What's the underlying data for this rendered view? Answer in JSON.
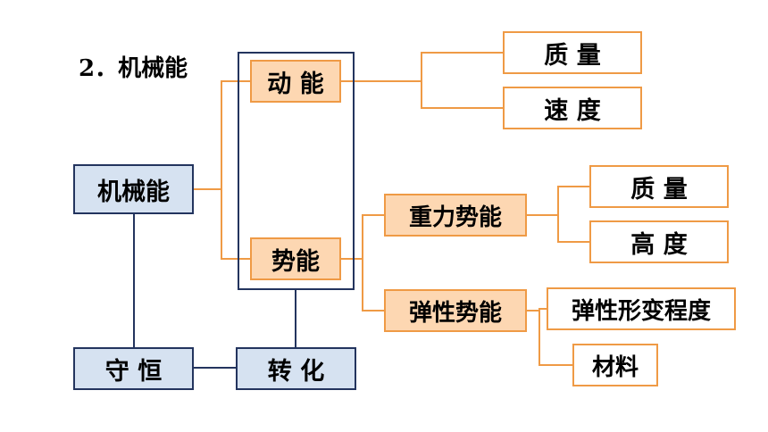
{
  "title": "2．机械能",
  "nodes": {
    "jixieneng": "机械能",
    "shouheng": "守 恒",
    "zhuanhua": "转 化",
    "dongneng": "动 能",
    "shineng": "势能",
    "zhongli": "重力势能",
    "tanxing": "弹性势能",
    "dn_zhiliang": "质 量",
    "dn_sudu": "速 度",
    "zl_zhiliang": "质 量",
    "zl_gaodu": "高 度",
    "tx_chengdu": "弹性形变程度",
    "tx_cailiao": "材料"
  },
  "colors": {
    "navy": "#23345e",
    "orange": "#ef9a45",
    "blue_fill": "#d6e2f1",
    "peach_fill": "#fdd7b2"
  }
}
